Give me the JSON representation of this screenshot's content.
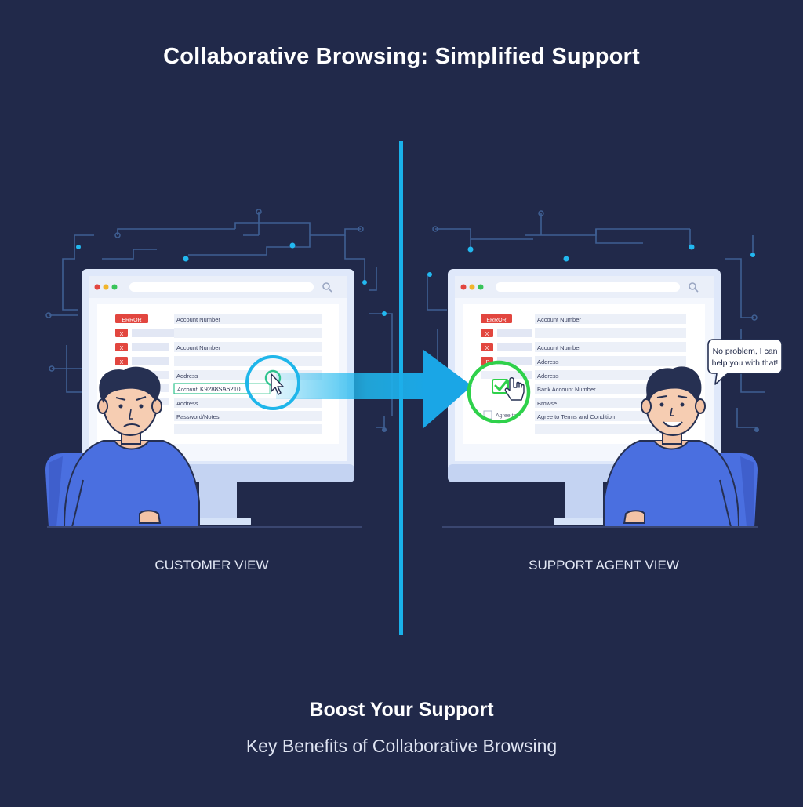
{
  "title": "Collaborative Browsing: Simplified Support",
  "customer_panel": {
    "caption": "CUSTOMER VIEW",
    "badges": [
      "ERROR",
      "X",
      "X",
      "X"
    ],
    "fields": [
      "Account Number",
      "Account Number",
      "Address",
      "Account",
      "Address",
      "Password/Notes"
    ],
    "entered_value": "K9288SA6210"
  },
  "agent_panel": {
    "caption": "SUPPORT AGENT VIEW",
    "badges": [
      "ERROR",
      "X",
      "X",
      "ID"
    ],
    "fields": [
      "Account Number",
      "Account Number",
      "Address",
      "Address",
      "Bank Account Number",
      "Browse"
    ],
    "agree_label": "Agree to",
    "terms_label": "Agree to Terms and Condition",
    "speech_bubble": [
      "No problem, I can",
      "help you with that!"
    ]
  },
  "footer": {
    "heading": "Boost Your Support",
    "subheading": "Key Benefits of Collaborative Browsing"
  },
  "colors": {
    "background": "#21294a",
    "divider": "#1ab1ea",
    "circuit": "#3f5f93",
    "circuit_node": "#22b8f0",
    "highlight_cyan": "#1fb6ea",
    "highlight_green": "#2fd14b",
    "error_red": "#e2463f",
    "person_shirt": "#4a6fe0",
    "monitor_frame": "#dfe8fa"
  },
  "icons": [
    "cursor-icon",
    "hand-pointer-icon",
    "checkbox-icon",
    "search-icon",
    "arrow-right-icon"
  ]
}
